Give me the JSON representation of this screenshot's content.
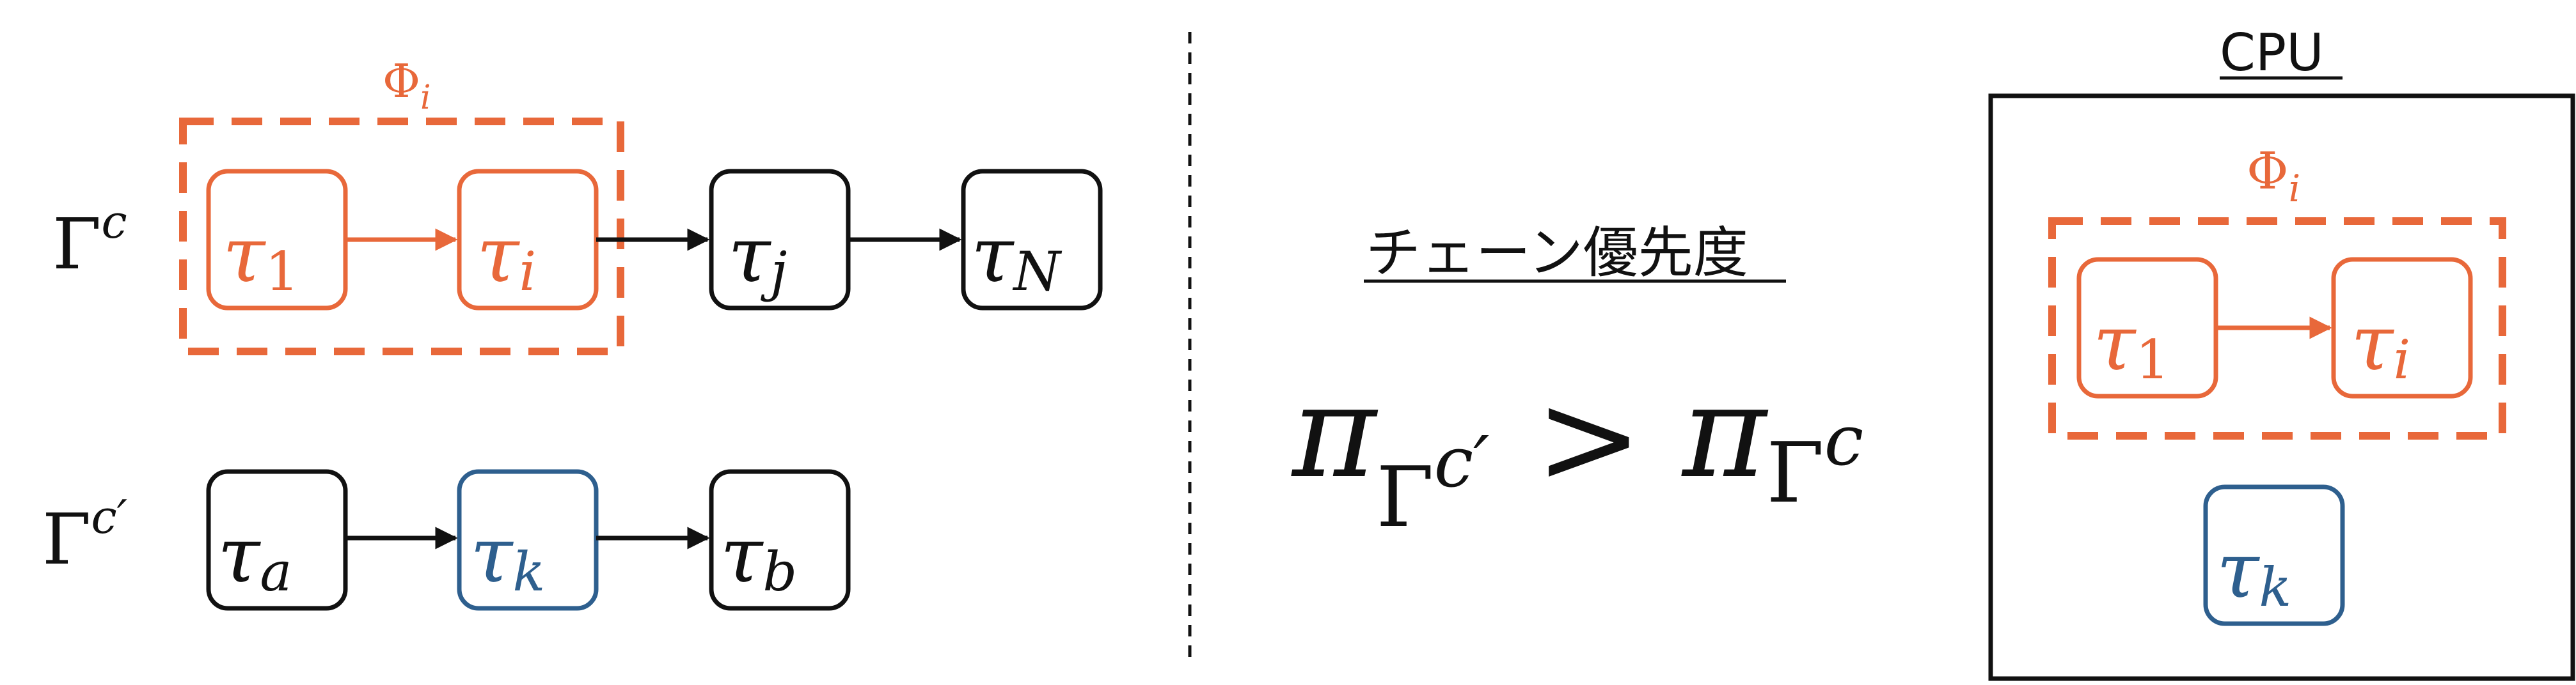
{
  "colors": {
    "orange": "#E8683A",
    "blue": "#2E5F8E",
    "black": "#111111"
  },
  "left": {
    "chain1": {
      "label_base": "Γ",
      "label_sup": "c",
      "group_label_base": "Φ",
      "group_label_sub": "i",
      "tasks": [
        {
          "base": "τ",
          "sub": "1"
        },
        {
          "base": "τ",
          "sub": "i"
        },
        {
          "base": "τ",
          "sub": "j"
        },
        {
          "base": "τ",
          "sub": "N"
        }
      ]
    },
    "chain2": {
      "label_base": "Γ",
      "label_sup": "c′",
      "tasks": [
        {
          "base": "τ",
          "sub": "a"
        },
        {
          "base": "τ",
          "sub": "k"
        },
        {
          "base": "τ",
          "sub": "b"
        }
      ]
    }
  },
  "middle": {
    "title": "チェーン優先度",
    "lhs": {
      "base": "π",
      "sub_base": "Γ",
      "sub_sup": "c′"
    },
    "operator": ">",
    "rhs": {
      "base": "π",
      "sub_base": "Γ",
      "sub_sup": "c"
    }
  },
  "right": {
    "cpu_label": "CPU",
    "group_label_base": "Φ",
    "group_label_sub": "i",
    "tasks": [
      {
        "base": "τ",
        "sub": "1"
      },
      {
        "base": "τ",
        "sub": "i"
      },
      {
        "base": "τ",
        "sub": "k"
      }
    ]
  }
}
